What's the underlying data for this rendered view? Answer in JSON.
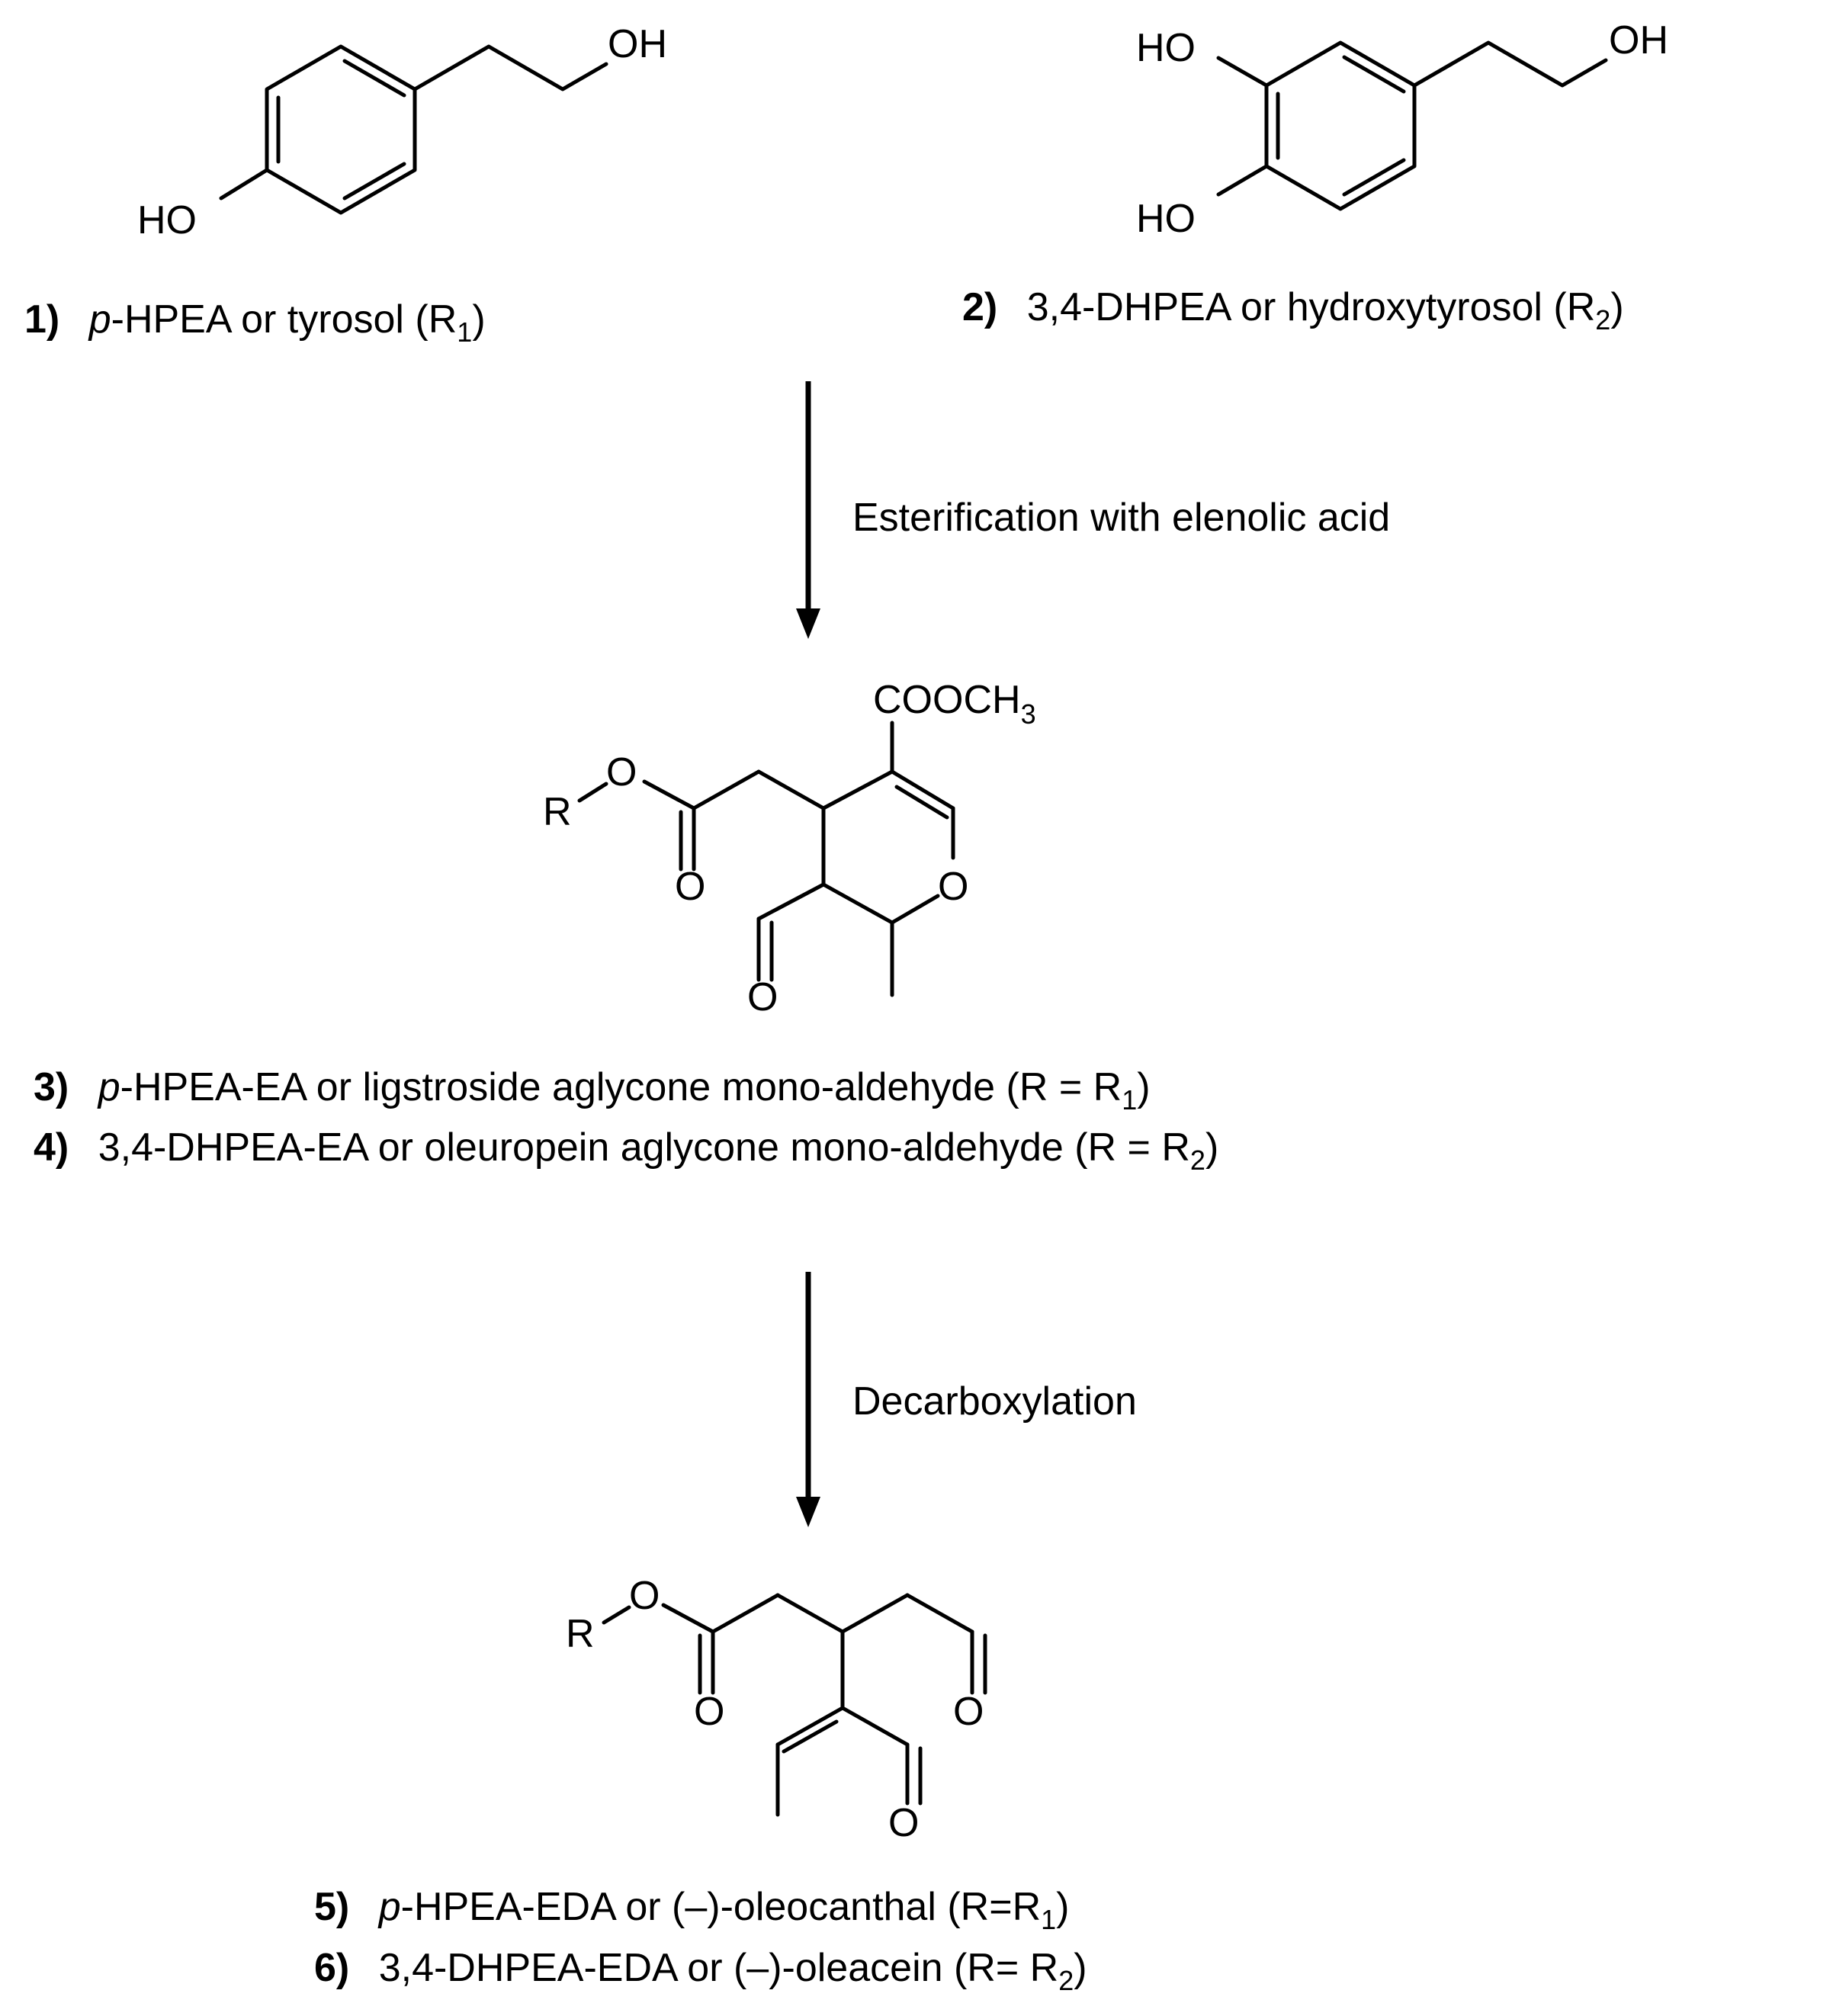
{
  "atoms": {
    "oh": "OH",
    "ho": "HO",
    "o": "O",
    "r": "R",
    "cooch3_main": "COOCH",
    "cooch3_sub": "3"
  },
  "compounds": {
    "c1": {
      "num": "1)",
      "italic": "p",
      "text": "-HPEA or tyrosol (R",
      "sub": "1",
      "close": ")"
    },
    "c2": {
      "num": "2)",
      "text": "3,4-DHPEA or hydroxytyrosol (R",
      "sub": "2",
      "close": ")"
    },
    "c3": {
      "num": "3)",
      "italic": "p",
      "text": "-HPEA-EA or ligstroside aglycone mono-aldehyde (R = R",
      "sub": "1",
      "close": ")"
    },
    "c4": {
      "num": "4)",
      "text": "3,4-DHPEA-EA or oleuropein aglycone mono-aldehyde (R = R",
      "sub": "2",
      "close": ")"
    },
    "c5": {
      "num": "5)",
      "italic": "p",
      "text": "-HPEA-EDA or (–)-oleocanthal (R=R",
      "sub": "1",
      "close": ")"
    },
    "c6": {
      "num": "6)",
      "text": "3,4-DHPEA-EDA or (–)-oleacein (R= R",
      "sub": "2",
      "close": ")"
    }
  },
  "steps": {
    "step1": "Esterification with elenolic acid",
    "step2": "Decarboxylation"
  }
}
